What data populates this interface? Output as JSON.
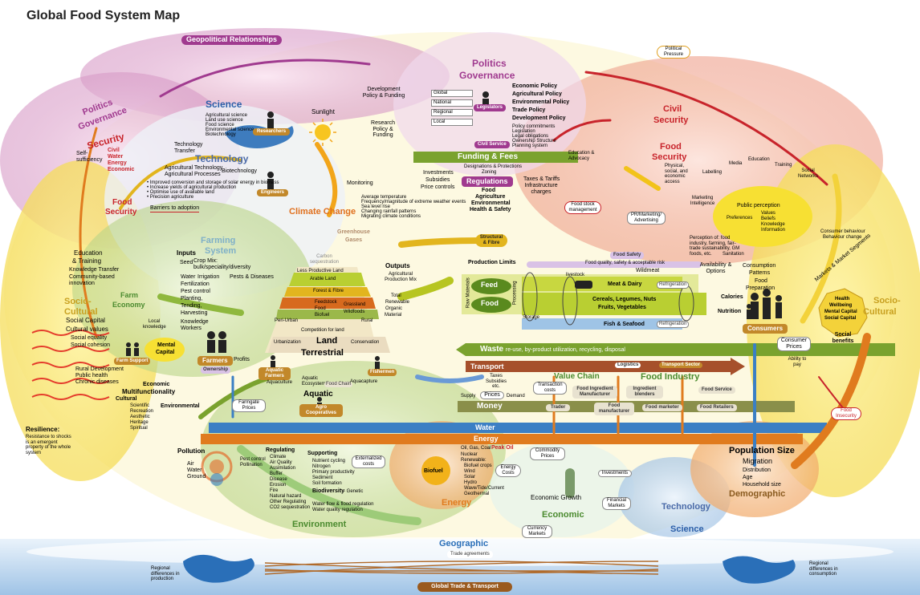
{
  "title": "Global Food System Map",
  "colors": {
    "green": "#7aa22e",
    "orange": "#e07b1e",
    "purple": "#a03a8f",
    "red": "#c8242b",
    "blue": "#3b7fc4",
    "brown": "#8a5a1e",
    "yellow": "#f3d23a"
  },
  "geopolitical": "Geopolitical Relationships",
  "political_pressure": "Political Pressure",
  "politics_left": {
    "a": "Politics",
    "b": "Governance"
  },
  "security_left": {
    "title": "Security",
    "self": "Self-sufficiency",
    "items": [
      "Civil",
      "Water",
      "Energy",
      "Economic"
    ]
  },
  "food_security_left": {
    "a": "Food",
    "b": "Security"
  },
  "science": {
    "title": "Science",
    "items": [
      "Agricultural science",
      "Land use science",
      "Food science",
      "Environmental science",
      "Biotechnology"
    ],
    "researchers": "Researchers"
  },
  "technology": {
    "title": "Technology",
    "transfer": "Technology Transfer",
    "agtech": "Agricultural Technology",
    "agproc": "Agricultural Processes",
    "biotech": "Biotechnology",
    "bullets": [
      "• Improved conversion and storage of solar energy in biomass",
      "• Increase yields of agricultural production",
      "• Optimise use of available land",
      "• Precision agriculture"
    ],
    "barriers": "Barriers to adoption",
    "engineers": "Engineers"
  },
  "sunlight": "Sunlight",
  "dev_policy": "Development Policy & Funding",
  "research_policy": "Research Policy & Funding",
  "monitoring": "Monitoring",
  "climate_change": {
    "title": "Climate Change",
    "items": [
      "Average temperature",
      "Frequency/magnitude of extreme weather events",
      "Sea level rise",
      "Changing rainfall patterns",
      "Migrating climate conditions"
    ]
  },
  "politics_top": {
    "a": "Politics",
    "b": "Governance",
    "levels": [
      "Global",
      "National",
      "Regional",
      "Local"
    ],
    "legislators": "Legislators",
    "civil_service": "Civil Service",
    "policies": [
      "Economic Policy",
      "Agricultural Policy",
      "Environmental Policy",
      "Trade Policy",
      "Development Policy"
    ],
    "sub": [
      "Policy commitments",
      "Legislation",
      "Legal obligations",
      "Ownership Structure",
      "Planning system"
    ]
  },
  "funding": "Funding & Fees",
  "designations": "Designations & Protections",
  "zoning": "Zoning",
  "investments_left": "Investments",
  "subsidies": "Subsidies",
  "price_controls": "Price controls",
  "regulations": {
    "title": "Regulations",
    "items": [
      "Food",
      "Agriculture",
      "Environmental",
      "Health & Safety"
    ]
  },
  "taxes": "Taxes & Tariffs",
  "infra": "Infrastructure charges",
  "education_advocacy": "Education & Advocacy",
  "civil_security": {
    "a": "Civil",
    "b": "Security"
  },
  "food_security_right": {
    "a": "Food",
    "b": "Security",
    "sub": "Physical, social, and economic access"
  },
  "labelling": "Labelling",
  "media": "Media",
  "education": "Education",
  "training": "Training",
  "social_networks": "Social Networks",
  "marketing": "Marketing Intelligence",
  "food_stock": "Food stock management",
  "pr": "PR/Marketing/ Advertising",
  "public_perception": {
    "title": "Public perception",
    "prefs": "Preferences",
    "items": [
      "Values",
      "Beliefs",
      "Knowledge",
      "Information"
    ]
  },
  "consumer_behaviour": "Consumer behaviour",
  "behaviour_change": "Behaviour change",
  "perception_of": "Perception of: food industry, farming, fair-trade sustainability, GM foods, etc.",
  "farming_system": {
    "a": "Farming",
    "b": "System"
  },
  "inputs": {
    "title": "Inputs",
    "seed": "Seed",
    "crop": "Crop Mix: bulk/speciality/diversity",
    "items": [
      "Water",
      "Fertilization",
      "Pest control",
      "Planting,",
      "Tending,",
      "Harvesting",
      "Knowledge",
      "Workers"
    ],
    "irrigation": "Irrigation",
    "pests": "Pests & Diseases"
  },
  "ghg": {
    "a": "Greenhouse",
    "b": "Gases"
  },
  "carbon": "Carbon sequestration",
  "land_pyramid": {
    "top": "Less Productive Land",
    "arable": "Arable Land",
    "forest": "Forest & Fibre",
    "feedstock": "Feedstock",
    "food": "Food",
    "biofuel": "Biofuel",
    "grassland": "Grassland",
    "wildfoods": "Wildfoods",
    "periurban": "Peri-Urban",
    "rural": "Rural",
    "competition": "Competition for land",
    "urbanization": "Urbanization",
    "conservation": "Conservation",
    "land": "Land",
    "terrestrial": "Terrestrial"
  },
  "outputs": {
    "title": "Outputs",
    "sub": "Agricultural Production Mix",
    "items": [
      "Total",
      "Renewable",
      "Organic",
      "Material"
    ]
  },
  "structural": "Structural & Fibre",
  "production_limits": "Production Limits",
  "raw_materials": "Raw Materials",
  "processing": "Processing",
  "feed": "Feed",
  "food_box": "Food",
  "livestock": "livestock",
  "meat": "Meat & Dairy",
  "refrigeration": "Refrigeration",
  "cereals": "Cereals, Legumes, Nuts",
  "fruits": "Fruits, Vegetables",
  "fish": "Fish & Seafood",
  "wildmeat": "Wildmeat",
  "food_safety": "Food Safety",
  "food_quality": "Food quality, safety & acceptable risk",
  "sanitation": "Sanitation",
  "storage": "Storage",
  "availability": "Availability & Options",
  "calories": "Calories",
  "nutrition": "Nutrition",
  "consumption": {
    "items": [
      "Consumption",
      "Patterns",
      "Food",
      "Preparation"
    ]
  },
  "markets_segments": "Markets & Market Segments",
  "health_bubble": [
    "Health",
    "Wellbeing",
    "Mental Capital",
    "Social Capital"
  ],
  "social_benefits": "Social benefits",
  "consumers": "Consumers",
  "consumer_prices": "Consumer Prices",
  "ability_to_pay": "Ability to pay",
  "food_insecurity": "Food Insecurity",
  "socio_left": {
    "a": "Socio-",
    "b": "Cultural",
    "items": [
      "Social Capital",
      "Cultural values",
      "Social equality",
      "Social cohesion"
    ]
  },
  "socio_right": {
    "a": "Socio-",
    "b": "Cultural"
  },
  "edu_training": {
    "a": "Education",
    "b": "& Training",
    "items": [
      "Knowledge Transfer",
      "Community-based innovation"
    ]
  },
  "farm_economy": {
    "a": "Farm",
    "b": "Economy"
  },
  "local_knowledge": "Local knowledge",
  "mental_capital": {
    "a": "Mental",
    "b": "Capital"
  },
  "farm_support": "Farm Support",
  "farmers": "Farmers",
  "ownership": "Ownership",
  "profits": "Profits",
  "rural_dev": [
    "Rural Development",
    "Public health",
    "Chronic diseases"
  ],
  "economic_multi": {
    "a": "Economic",
    "b": "Multifunctionality",
    "cultural": "Cultural",
    "env": "Environmental",
    "items": [
      "Scientific",
      "Recreation",
      "Aesthetic",
      "Heritage",
      "Spiritual"
    ]
  },
  "resilience": {
    "title": "Resilience:",
    "sub": "Resistance to shocks is an emergent property of the whole system"
  },
  "waste": {
    "title": "Waste",
    "sub": "re-use, by-product utilization, recycling, disposal"
  },
  "transport": "Transport",
  "logistics": "Logistics",
  "transport_sector": "Transport Sector",
  "value_chain": "Value Chain",
  "food_industry": "Food Industry",
  "taxes_small": "Taxes Subsidies etc.",
  "supply": "Supply",
  "prices": "Prices",
  "demand": "Demand",
  "transaction_costs": "Transaction costs",
  "ingredient_manufacturer": "Food Ingredient Manufacturer",
  "ingredient_blenders": "Ingredient blenders",
  "food_service": "Food Service",
  "money": "Money",
  "trader": "Trader",
  "food_manufacturer": "Food manufacturer",
  "food_marketer": "Food marketer",
  "food_retailers": "Food Retailers",
  "aquatic_farmers": "Aquatic Farmers",
  "fishermen": "Fishermen",
  "aquaculture": "Aquaculture",
  "aquatic_ecosystems": "Aquatic Ecosystems",
  "food_chain": "Food Chain",
  "aquacapture": "Aquacapture",
  "aquatic": "Aquatic",
  "farmgate": "Farmgate Prices",
  "agro_coop": "Agro Cooperatives",
  "water": "Water",
  "energy_bar": "Energy",
  "pollution": {
    "title": "Pollution",
    "items": [
      "Air",
      "Water",
      "Ground"
    ],
    "pc": "Pest control",
    "poll": "Pollination"
  },
  "regulating": {
    "title": "Regulating",
    "items": [
      "Climate",
      "Air Quality",
      "Assimilation",
      "Buffer",
      "Disease",
      "Erosion",
      "Fire",
      "Natural hazard",
      "Other Regulating",
      "CO2 sequestration"
    ]
  },
  "supporting": {
    "title": "Supporting",
    "items": [
      "Nutrient cycling",
      "Nitrogen",
      "Primary productivity",
      "Sediment",
      "Soil formation"
    ]
  },
  "biodiversity": {
    "title": "Biodiversity",
    "gen": "- Genetic",
    "items": [
      "Water flow & flood regulation",
      "Water quality regulation"
    ]
  },
  "externalized": "Externalized costs",
  "environment": "Environment",
  "energy_sources": {
    "head": "Oil, Gas, Coal",
    "peak": "Peak Oil",
    "items": [
      "Nuclear",
      "Renewable:",
      "Biofuel crops",
      "Wind",
      "Solar",
      "Hydro",
      "Wave/Tide/Current",
      "Geothermal"
    ]
  },
  "biofuel_circle": "Biofuel",
  "energy_costs": "Energy Costs",
  "energy_region": "Energy",
  "commodity_prices": "Commodity Prices",
  "economic_growth": "Economic Growth",
  "economic": "Economic",
  "currency_markets": "Currency Markets",
  "investments": "Investments",
  "financial_markets": "Financial Markets",
  "technology_bottom": "Technology",
  "science_bottom": "Science",
  "population": {
    "title": "Population Size",
    "migration": "Migration",
    "items": [
      "Distribution",
      "Age",
      "Household size"
    ],
    "demographic": "Demographic"
  },
  "geographic": "Geographic",
  "trade_agreements": "Trade agreements",
  "global_trade": "Global Trade & Transport",
  "regional_prod": "Regional differences in production",
  "regional_cons": "Regional differences in consumption"
}
